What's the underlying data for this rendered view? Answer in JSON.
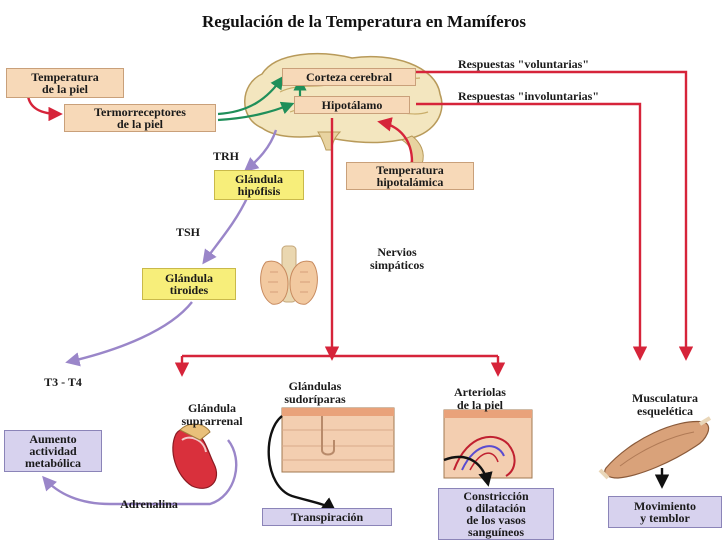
{
  "title": "Regulación de la Temperatura en Mamíferos",
  "boxes": {
    "skin_temp": [
      "Temperatura",
      "de la piel"
    ],
    "skin_thermo": [
      "Termorreceptores",
      "de la piel"
    ],
    "cortex": "Corteza cerebral",
    "hypothalamus": "Hipotálamo",
    "hypo_temp": [
      "Temperatura",
      "hipotalámica"
    ],
    "pituitary": [
      "Glándula",
      "hipófisis"
    ],
    "thyroid": [
      "Glándula",
      "tiroides"
    ],
    "metabolic": [
      "Aumento",
      "actividad",
      "metabólica"
    ],
    "transpiration": "Transpiración",
    "constriction": [
      "Constricción",
      "o dilatación",
      "de los vasos",
      "sanguíneos"
    ],
    "movement": [
      "Movimiento",
      "y temblor"
    ]
  },
  "labels": {
    "voluntary": "Respuestas \"voluntarias\"",
    "involuntary": "Respuestas \"involuntarias\"",
    "trh": "TRH",
    "tsh": "TSH",
    "nerves": [
      "Nervios",
      "simpáticos"
    ],
    "t3t4": "T3 - T4",
    "adrenal": [
      "Glándula",
      "suprarrenal"
    ],
    "sweat": [
      "Glándulas",
      "sudoríparas"
    ],
    "arterioles": [
      "Arteriolas",
      "de la piel"
    ],
    "muscle": [
      "Musculatura",
      "esquelética"
    ],
    "adrenaline": "Adrenalina"
  },
  "colors": {
    "red": "#d6243a",
    "green": "#1f8f5a",
    "purple": "#9a86c9"
  }
}
